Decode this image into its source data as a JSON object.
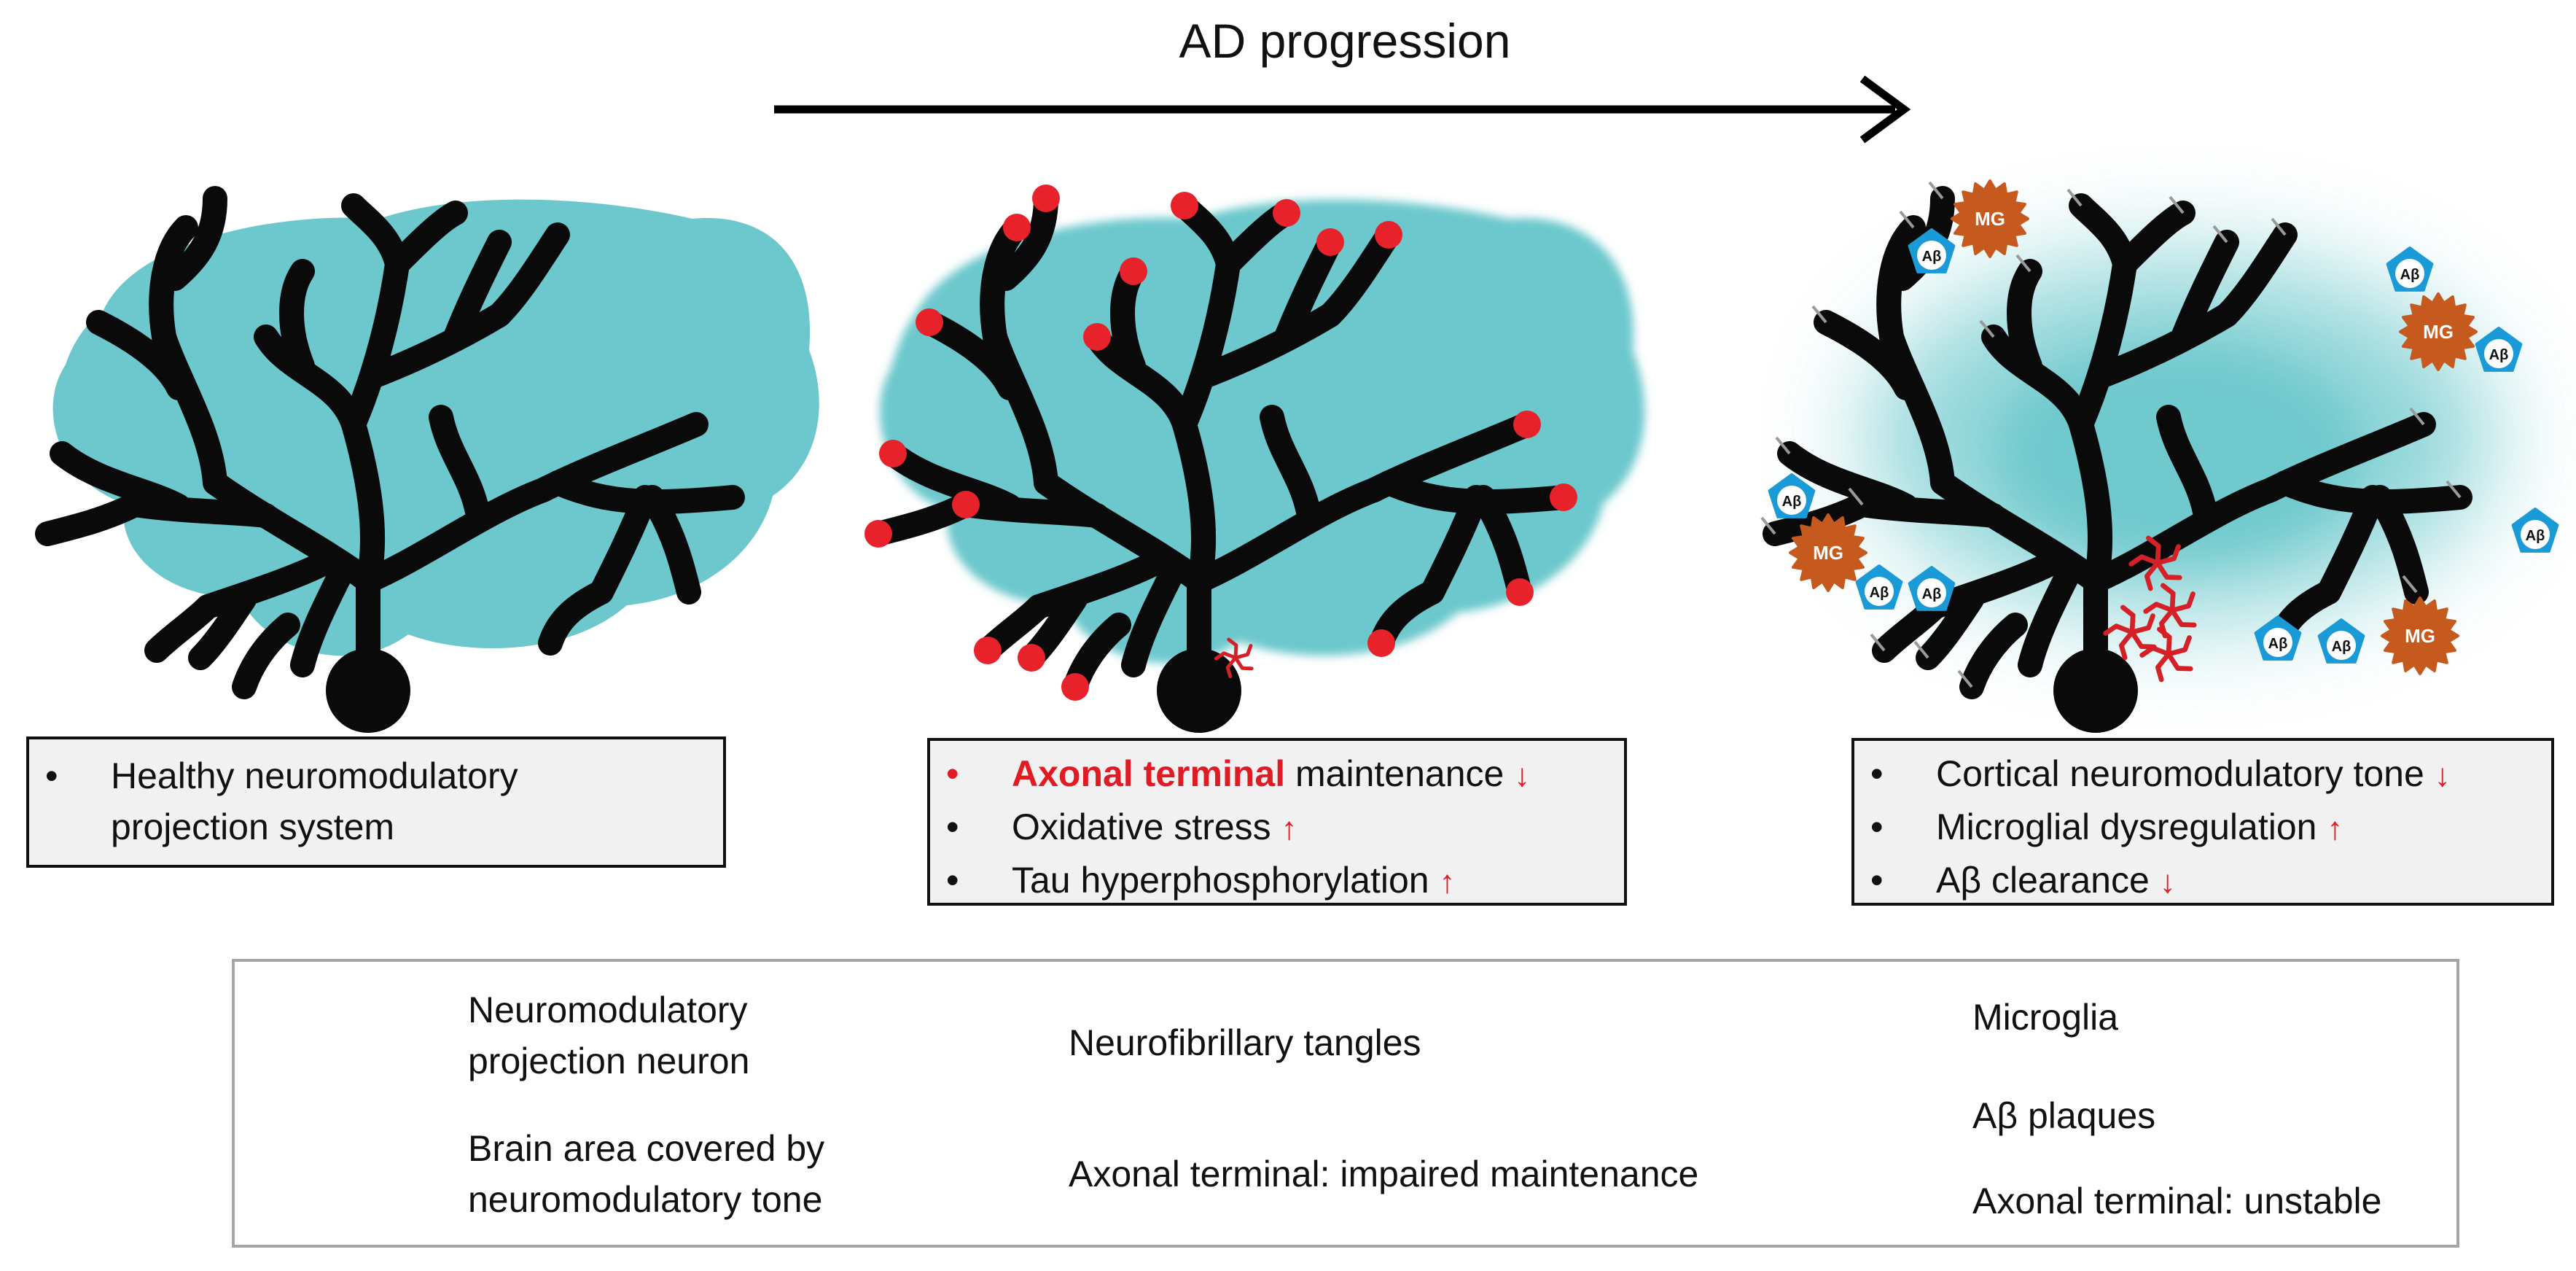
{
  "title": "AD progression",
  "colors": {
    "brain": "#6cc8cc",
    "neuron": "#0a0a0a",
    "impaired_terminal": "#e8222a",
    "tangle": "#d42027",
    "microglia": "#c65a1e",
    "plaque": "#1a9ad6"
  },
  "panels": [
    {
      "lines": [
        {
          "text": "Healthy neuromodulatory",
          "arrow": ""
        },
        {
          "text": "projection system",
          "arrow": ""
        }
      ]
    },
    {
      "lines": [
        {
          "highlight": "Axonal terminal",
          "text": " maintenance",
          "arrow": "↓"
        },
        {
          "text": "Oxidative stress",
          "arrow": "↑"
        },
        {
          "text": "Tau hyperphosphorylation",
          "arrow": "↑"
        }
      ]
    },
    {
      "lines": [
        {
          "text": "Cortical neuromodulatory tone",
          "arrow": "↓"
        },
        {
          "text": "Microglial dysregulation",
          "arrow": "↑"
        },
        {
          "text": "Aβ clearance",
          "arrow": "↓"
        }
      ]
    }
  ],
  "bullet": "•",
  "badges": {
    "microglia": "MG",
    "plaque": "Aβ"
  },
  "legend": {
    "neuron": [
      "Neuromodulatory",
      "projection neuron"
    ],
    "brain": [
      "Brain area covered by",
      "neuromodulatory tone"
    ],
    "tangles": "Neurofibrillary tangles",
    "impaired": "Axonal terminal: impaired maintenance",
    "microglia": "Microglia",
    "plaques": "Aβ plaques",
    "unstable": "Axonal terminal: unstable"
  }
}
